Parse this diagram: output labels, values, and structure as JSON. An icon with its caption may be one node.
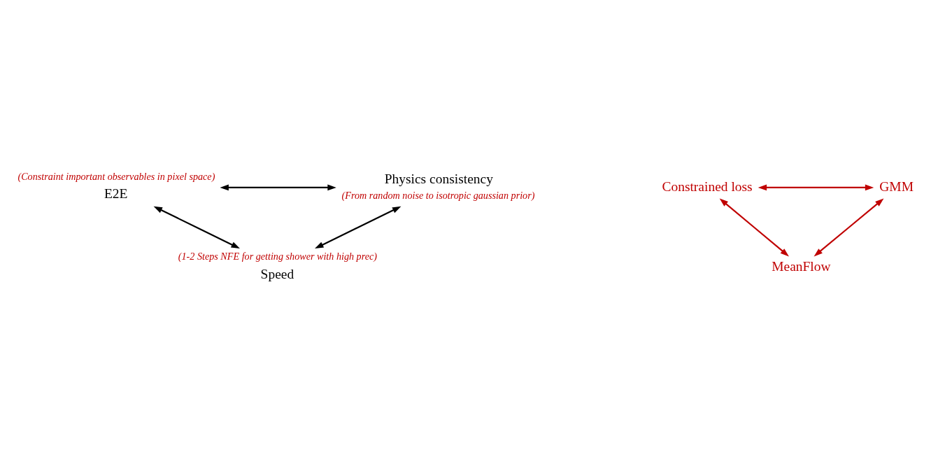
{
  "diagram": {
    "nodes": [
      {
        "text": [
          "E2E"
        ],
        "beside": [
          "(Constraint important observables in pixel space)"
        ]
      },
      {
        "text": [
          "Physics consistency"
        ],
        "beside": [
          "(From random noise to isotropic gaussian prior)"
        ]
      },
      {
        "text": [
          "Constrained loss"
        ]
      },
      {
        "text": [
          "GMM"
        ]
      },
      {
        "text": [
          "MeanFlow"
        ]
      },
      {
        "text": [
          "Speed"
        ],
        "beside": [
          "(1-2 Steps NFE for getting shower with high prec)"
        ]
      }
    ],
    "edges": [
      {
        "from": 0,
        "to": 1,
        "arrow": "both"
      },
      {
        "from": 0,
        "to": 5,
        "arrow": "both"
      },
      {
        "from": 1,
        "to": 5,
        "arrow": "both"
      },
      {
        "from": 2,
        "to": 3,
        "arrow": "both",
        "color": "#c00000"
      },
      {
        "from": 2,
        "to": 4,
        "arrow": "both",
        "color": "#c00000"
      },
      {
        "from": 3,
        "to": 4,
        "arrow": "both",
        "color": "#c00000"
      }
    ]
  }
}
